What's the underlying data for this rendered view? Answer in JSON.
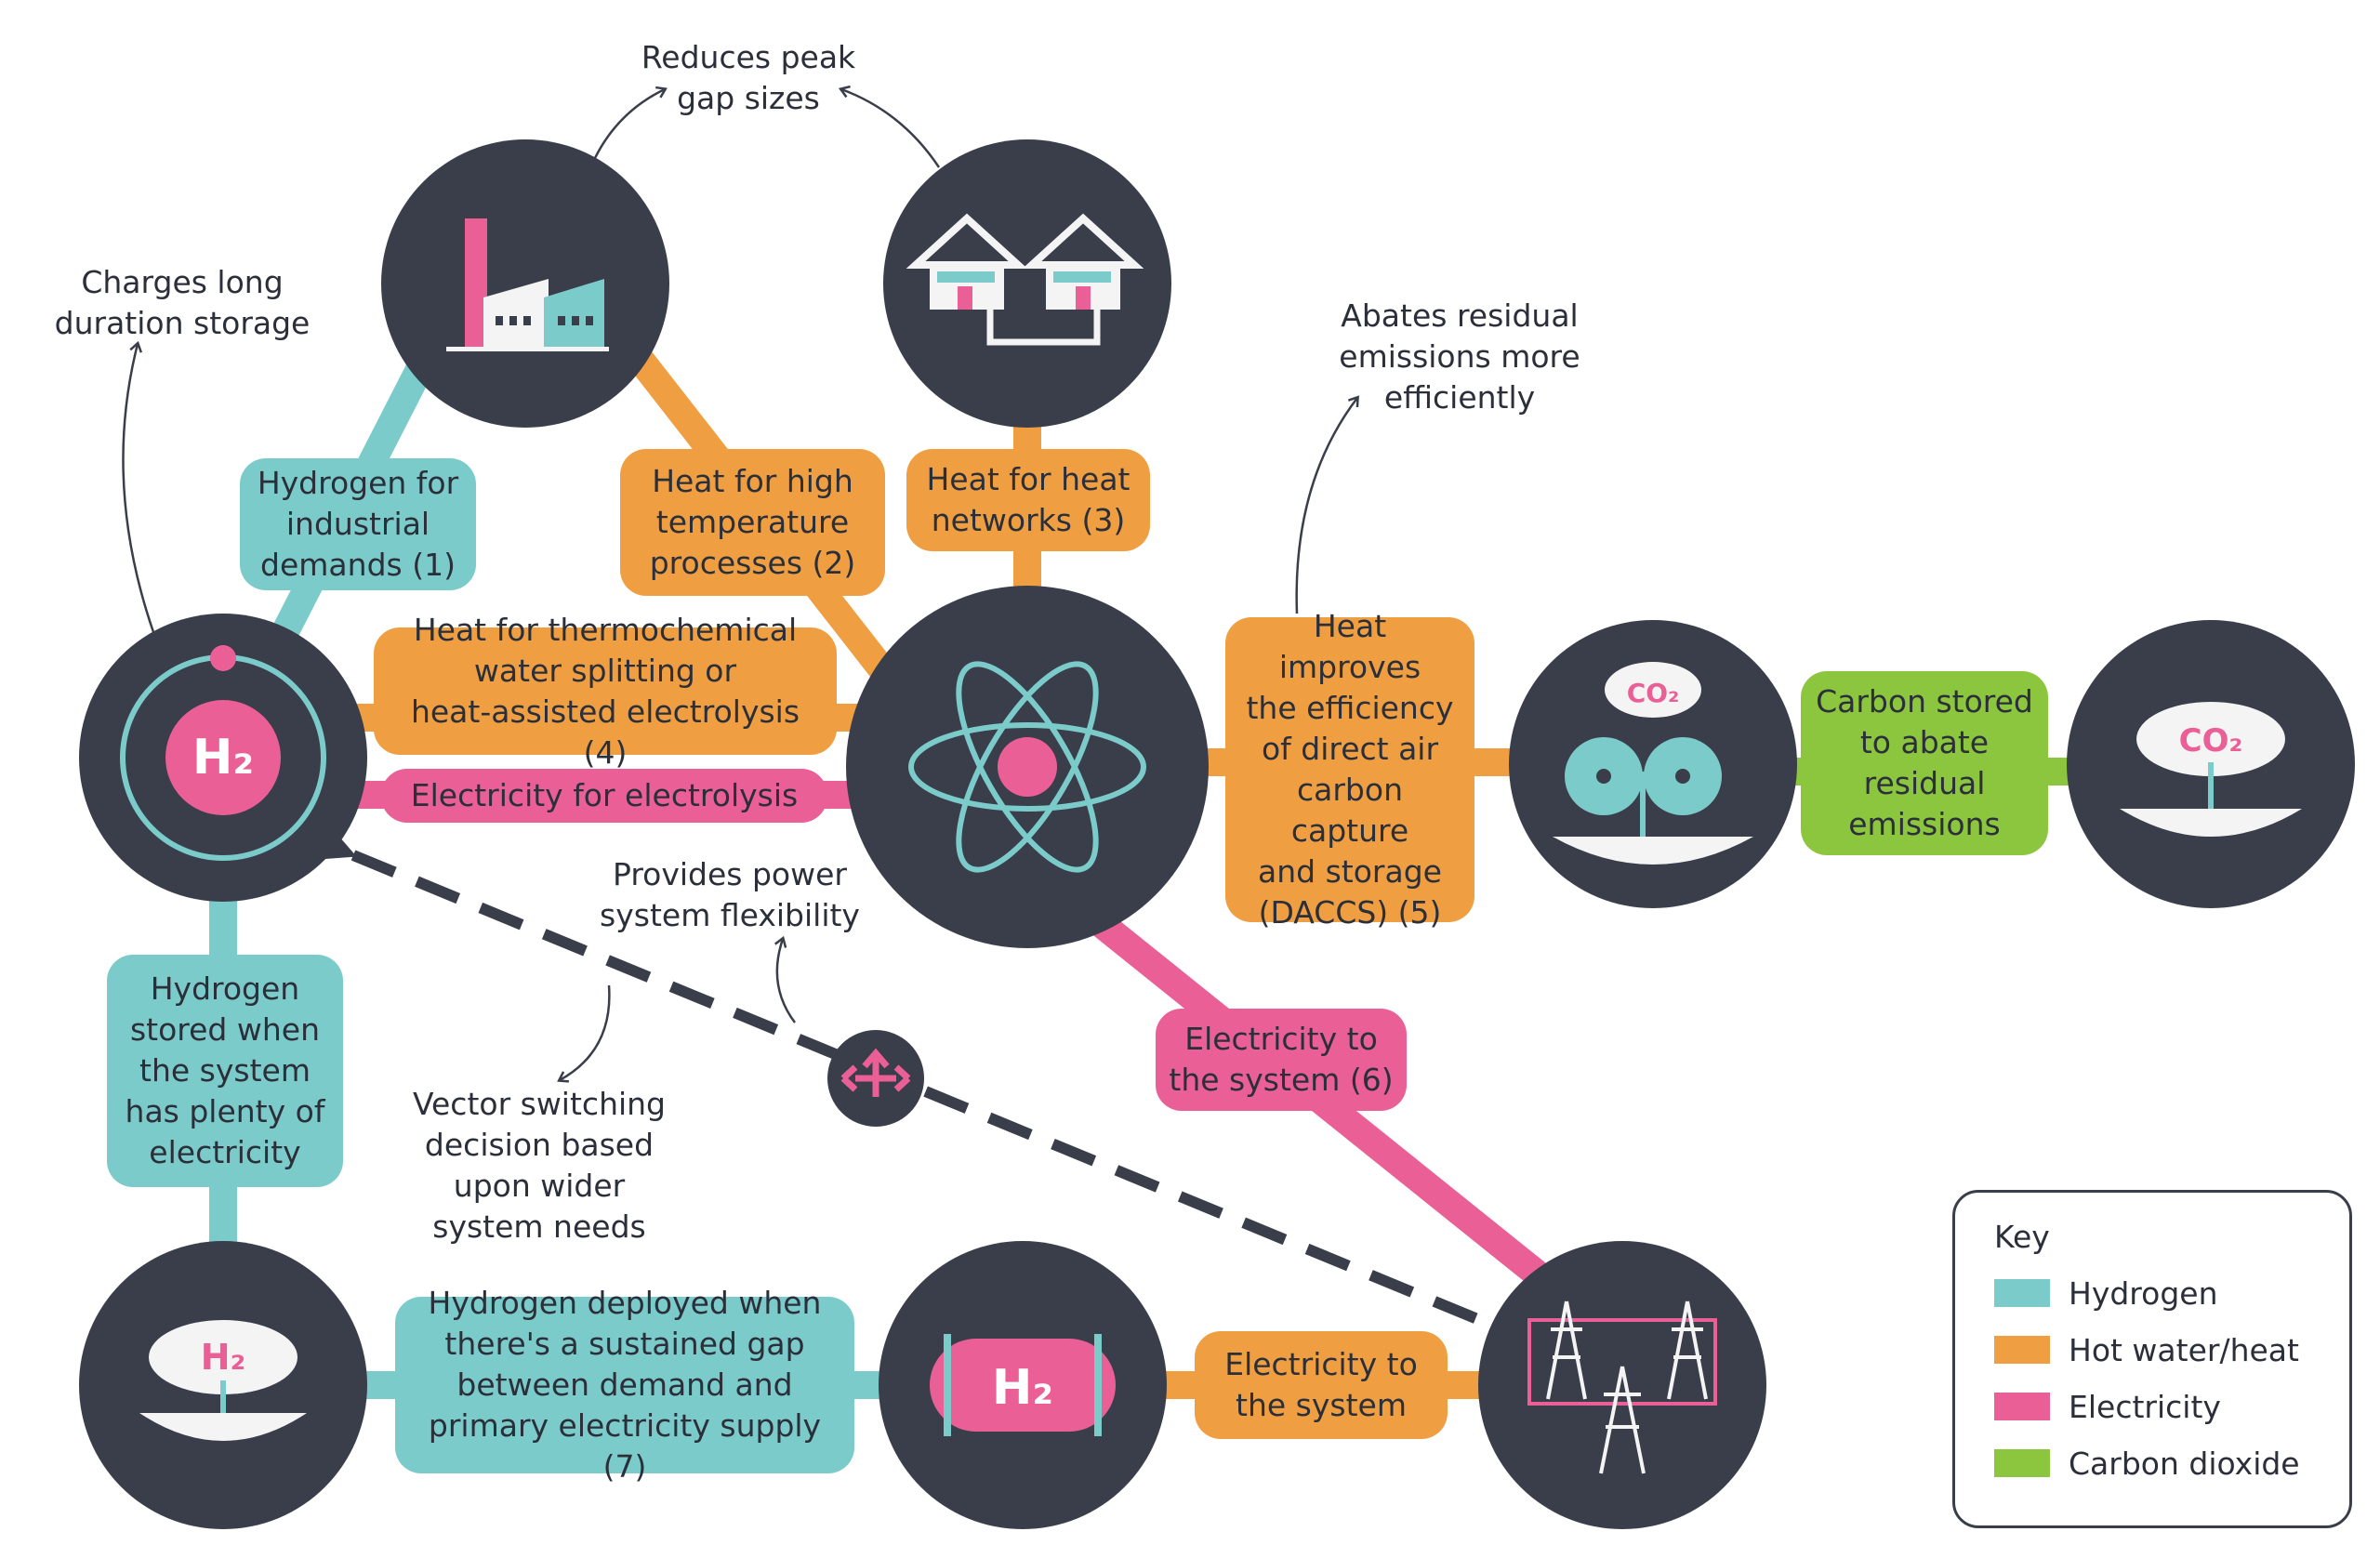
{
  "colors": {
    "hydrogen": "#7ccbcb",
    "heat": "#ef9f42",
    "electricity": "#ea5f96",
    "carbon_dioxide": "#8cc63f",
    "node": "#3a3e4a"
  },
  "nodes": {
    "industry": {
      "icon": "factory-icon"
    },
    "homes": {
      "icon": "houses-heat-network-icon"
    },
    "hydrogen_production": {
      "icon": "h2-molecule-icon",
      "text": "H2"
    },
    "nuclear": {
      "icon": "atom-icon"
    },
    "daccs": {
      "icon": "direct-air-capture-fans-icon",
      "text": "CO2"
    },
    "co2_storage": {
      "icon": "co2-storage-icon",
      "text": "CO2"
    },
    "h2_storage": {
      "icon": "hydrogen-storage-icon",
      "text": "H2"
    },
    "h2_tank": {
      "icon": "hydrogen-tank-icon",
      "text": "H2"
    },
    "grid": {
      "icon": "power-pylons-icon"
    },
    "switch": {
      "icon": "vector-switch-icon"
    }
  },
  "labels": {
    "hydrogen_industrial": "Hydrogen for\nindustrial\ndemands (1)",
    "heat_high_temp": "Heat for high\ntemperature\nprocesses (2)",
    "heat_networks": "Heat for heat\nnetworks (3)",
    "heat_thermochemical": "Heat for thermochemical\nwater splitting or\nheat-assisted electrolysis (4)",
    "electricity_electrolysis": "Electricity for electrolysis",
    "heat_daccs": "Heat improves\nthe efficiency\nof direct air\ncarbon capture\nand storage\n(DACCS) (5)",
    "carbon_stored": "Carbon stored\nto abate\nresidual\nemissions",
    "electricity_system_6": "Electricity to\nthe system (6)",
    "hydrogen_stored": "Hydrogen\nstored when\nthe system\nhas plenty of\nelectricity",
    "hydrogen_deployed": "Hydrogen deployed when\nthere's a sustained gap\nbetween demand and\nprimary electricity supply (7)",
    "electricity_system": "Electricity to\nthe system"
  },
  "notes": {
    "reduces_peak": "Reduces peak\ngap sizes",
    "charges_storage": "Charges long\nduration storage",
    "abates_residual": "Abates residual\nemissions more\nefficiently",
    "provides_flexibility": "Provides power\nsystem flexibility",
    "vector_switching": "Vector switching\ndecision based\nupon wider\nsystem needs"
  },
  "key": {
    "title": "Key",
    "items": [
      {
        "label": "Hydrogen",
        "color": "#7ccbcb"
      },
      {
        "label": "Hot water/heat",
        "color": "#ef9f42"
      },
      {
        "label": "Electricity",
        "color": "#ea5f96"
      },
      {
        "label": "Carbon dioxide",
        "color": "#8cc63f"
      }
    ]
  }
}
